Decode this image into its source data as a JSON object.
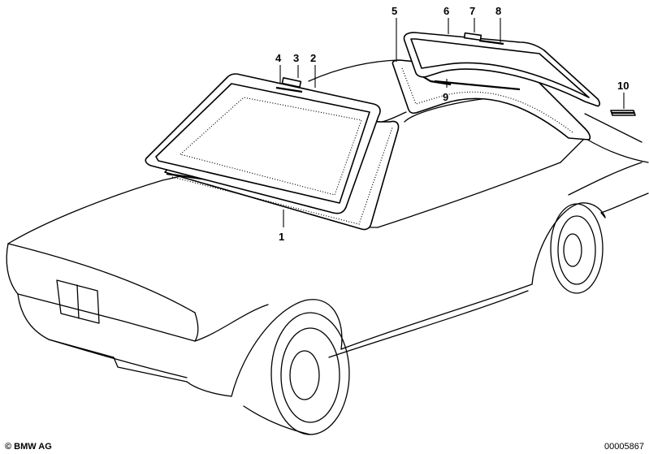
{
  "callouts": [
    "1",
    "2",
    "3",
    "4",
    "5",
    "6",
    "7",
    "8",
    "9",
    "10"
  ],
  "footer": {
    "copyright": "© BMW AG",
    "diagram_number": "00005867"
  }
}
